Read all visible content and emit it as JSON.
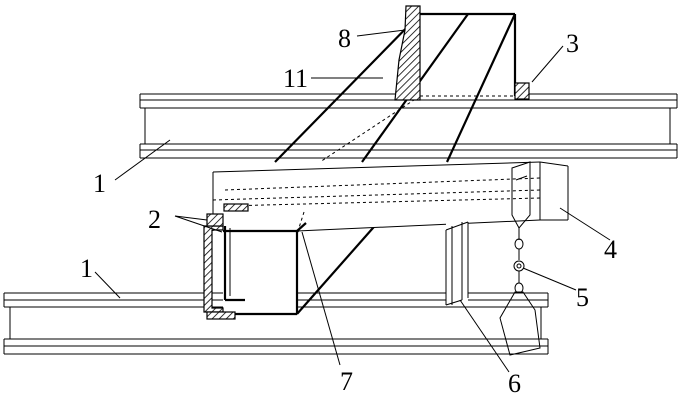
{
  "labels": {
    "l1_upper": "1",
    "l1_lower": "1",
    "l2": "2",
    "l3": "3",
    "l4": "4",
    "l5": "5",
    "l6": "6",
    "l7": "7",
    "l8": "8",
    "l11": "11"
  }
}
